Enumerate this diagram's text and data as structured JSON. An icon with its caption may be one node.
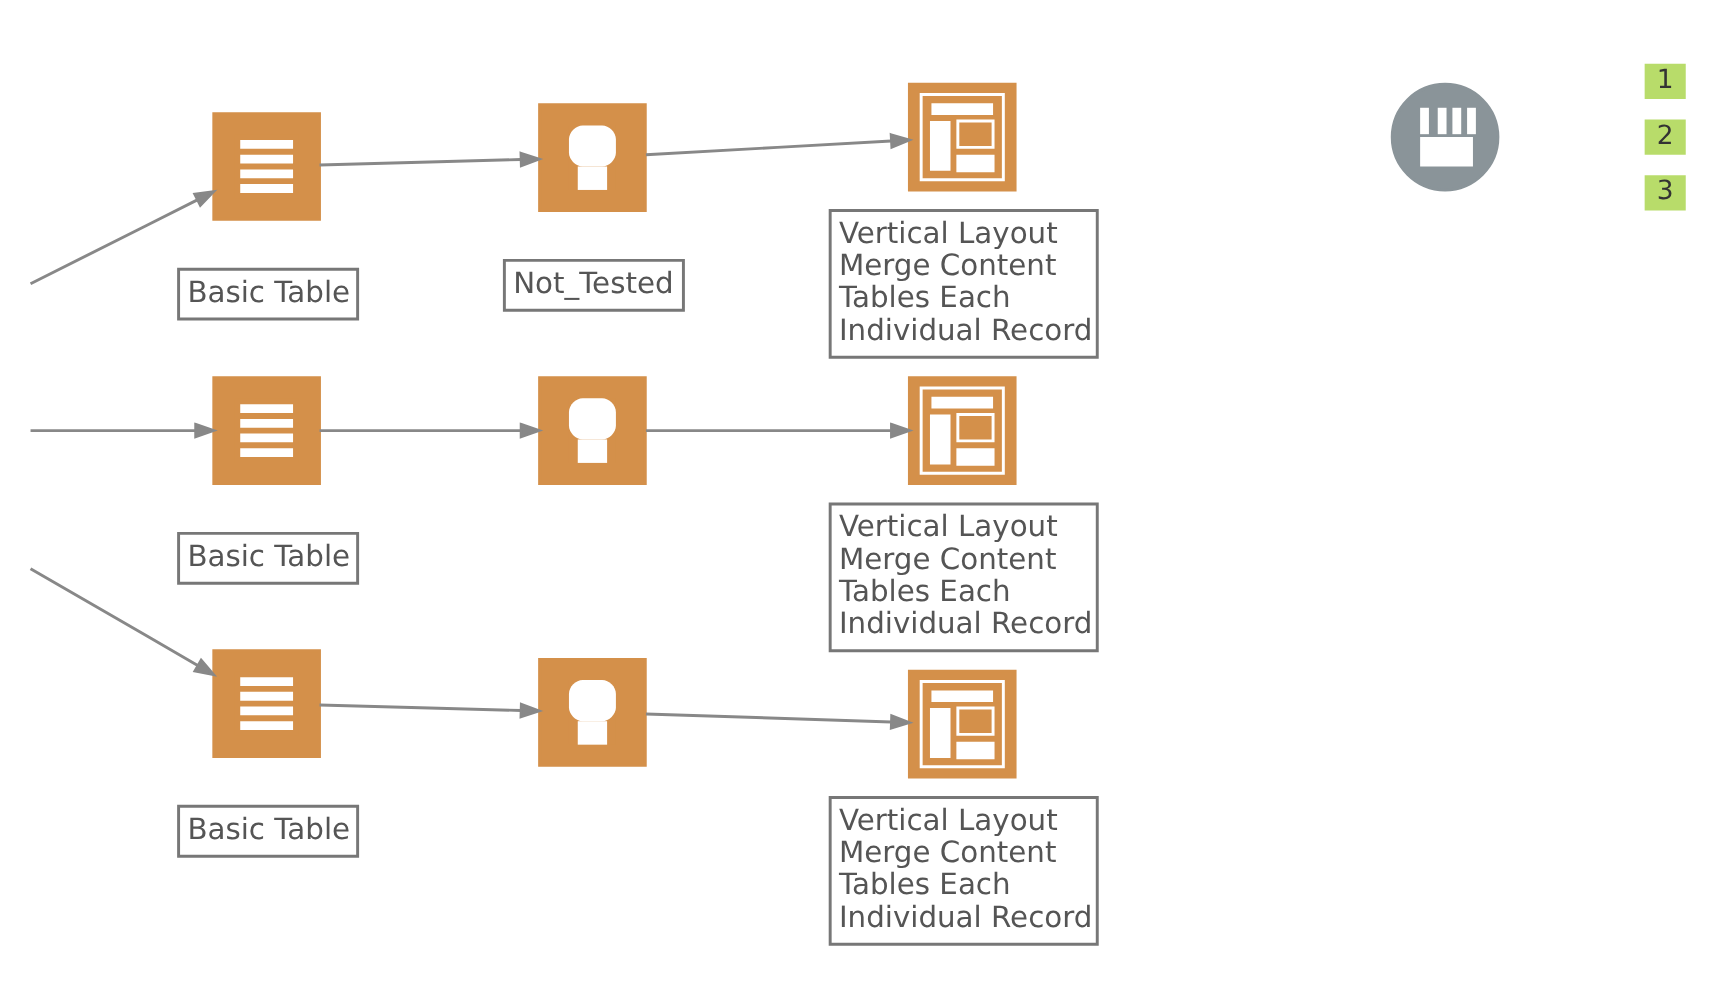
{
  "diagram": {
    "nodes": [
      {
        "text": [],
        "shape": "picture",
        "beside": [
          "Basic Table"
        ]
      },
      {
        "text": [],
        "shape": "picture",
        "beside": [
          "Not_Tested"
        ]
      },
      {
        "text": [],
        "shape": "picture",
        "beside": [
          "Vertical Layout Merge Content Tables Each Individual Record"
        ]
      },
      {
        "text": [],
        "shape": "picture",
        "beside": [
          "Basic Table"
        ]
      },
      {
        "text": [],
        "shape": "picture"
      },
      {
        "text": [],
        "shape": "picture",
        "beside": [
          "Vertical Layout Merge Content Tables Each Individual Record"
        ]
      },
      {
        "text": [],
        "shape": "picture",
        "beside": [
          "Basic Table"
        ]
      },
      {
        "text": [],
        "shape": "picture"
      },
      {
        "text": [],
        "shape": "picture",
        "beside": [
          "Vertical Layout Merge Content Tables Each Individual Record"
        ]
      },
      {
        "text": [],
        "shape": "picture"
      }
    ],
    "edges": [
      {
        "from": null,
        "to": 0,
        "arrow": "to"
      },
      {
        "from": 0,
        "to": 1,
        "arrow": "to"
      },
      {
        "from": 1,
        "to": 2,
        "arrow": "to"
      },
      {
        "from": null,
        "to": 3,
        "arrow": "to"
      },
      {
        "from": 3,
        "to": 4,
        "arrow": "to"
      },
      {
        "from": 4,
        "to": 5,
        "arrow": "to"
      },
      {
        "from": null,
        "to": 6,
        "arrow": "to"
      },
      {
        "from": 6,
        "to": 7,
        "arrow": "to"
      },
      {
        "from": 7,
        "to": 8,
        "arrow": "to"
      }
    ],
    "labels": [
      "1",
      "2",
      "3"
    ]
  }
}
